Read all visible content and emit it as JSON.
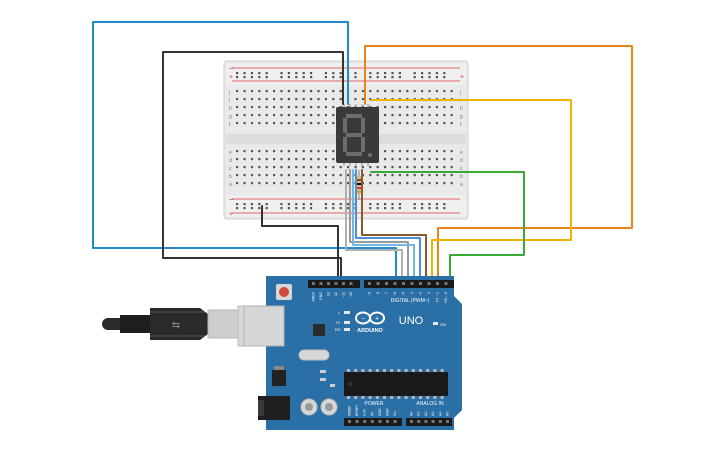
{
  "board": {
    "brand": "ARDUINO",
    "model": "UNO",
    "digital_header": "DIGITAL (PWM~)",
    "power_header": "POWER",
    "analog_header": "ANALOG IN",
    "on_label": "ON",
    "led_labels": [
      "L",
      "TX",
      "RX"
    ],
    "top_pins": [
      "AREF",
      "GND",
      "13",
      "12",
      "~11",
      "~10",
      "~9",
      "8",
      "7",
      "~6",
      "~5",
      "4",
      "~3",
      "2",
      "TX→1",
      "RX←0"
    ],
    "power_pins": [
      "IOREF",
      "RESET",
      "3.3V",
      "5V",
      "GND",
      "GND",
      "Vin"
    ],
    "analog_pins": [
      "A0",
      "A1",
      "A2",
      "A3",
      "A4",
      "A5"
    ]
  },
  "breadboard": {
    "row_labels_top": [
      "j",
      "i",
      "h",
      "g",
      "f"
    ],
    "row_labels_bottom": [
      "e",
      "d",
      "c",
      "b",
      "a"
    ],
    "rail_plus": "+",
    "rail_minus": "−"
  },
  "display": {
    "digit": "8"
  },
  "colors": {
    "wire_blue": "#1f8bc9",
    "wire_black": "#333333",
    "wire_orange": "#e8841a",
    "wire_yellow": "#f0b400",
    "wire_green": "#3aa935",
    "wire_brown": "#8b5a2b",
    "wire_grey": "#9a9a9a",
    "board_blue": "#2a6fa5"
  }
}
